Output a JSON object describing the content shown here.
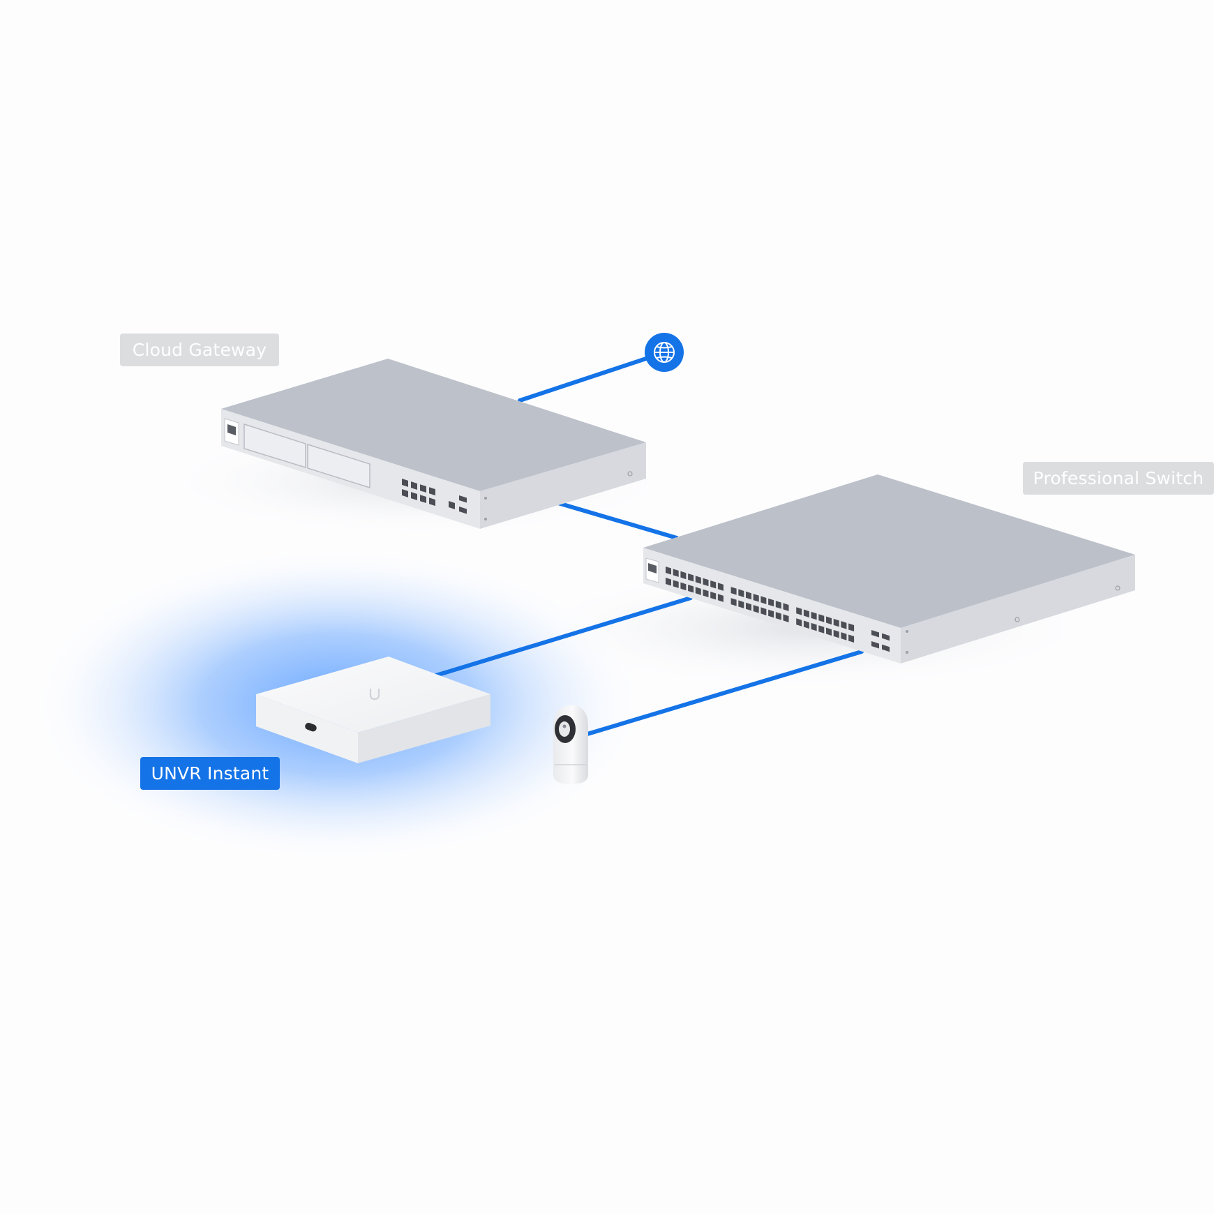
{
  "labels": {
    "cloud_gateway": "Cloud Gateway",
    "professional_switch": "Professional Switch",
    "unvr_instant": "UNVR Instant"
  },
  "icons": {
    "internet": "globe-icon",
    "brand": "ubiquiti-u-logo"
  },
  "colors": {
    "link": "#1473e6",
    "active_label_bg": "#1473e6",
    "muted_label_bg": "#dcdddf",
    "label_text": "#ffffff",
    "highlight_glow": "#4d96ff"
  },
  "devices": {
    "gateway": {
      "ports": 8,
      "sfp_ports": 2
    },
    "switch": {
      "ports": 48,
      "sfp_ports": 4
    }
  }
}
